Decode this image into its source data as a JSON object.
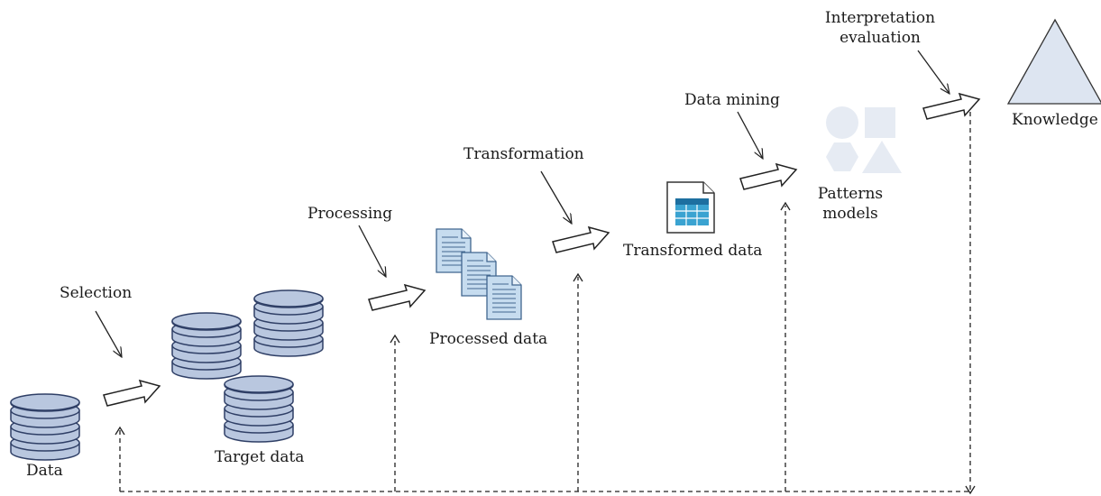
{
  "steps": {
    "selection": "Selection",
    "processing": "Processing",
    "transformation": "Transformation",
    "data_mining": "Data mining",
    "interpretation_line1": "Interpretation",
    "interpretation_line2": "evaluation"
  },
  "stages": {
    "data": "Data",
    "target_data": "Target data",
    "processed_data": "Processed data",
    "transformed_data": "Transformed data",
    "patterns_line1": "Patterns",
    "patterns_line2": "models",
    "knowledge": "Knowledge"
  },
  "colors": {
    "db_fill": "#b9c7df",
    "db_stroke": "#2f3f66",
    "doc_fill": "#c6dcef",
    "doc_stroke": "#41668f",
    "table_fill": "#3aa3d1",
    "pattern_fill": "#e6ebf3",
    "knowledge_fill": "#dde5f1",
    "line": "#222222"
  },
  "icons": {
    "database": "database-icon",
    "document": "document-icon",
    "spreadsheet": "spreadsheet-icon",
    "patterns": "shapes-icon",
    "knowledge": "triangle-icon"
  }
}
